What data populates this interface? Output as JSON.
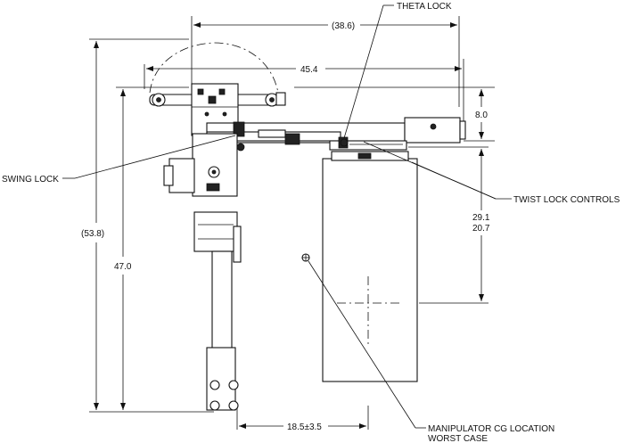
{
  "labels": {
    "theta_lock": "THETA LOCK",
    "swing_lock": "SWING LOCK",
    "twist_lock_controls": "TWIST LOCK CONTROLS",
    "cg_line1": "MANIPULATOR CG LOCATION",
    "cg_line2": "WORST CASE"
  },
  "dimensions": {
    "top_width": "(38.6)",
    "upper_width": "45.4",
    "right_offset": "8.0",
    "right_height_1": "29.1",
    "right_height_2": "20.7",
    "overall_height": "(53.8)",
    "inner_height": "47.0",
    "cg_offset": "18.5±3.5"
  }
}
